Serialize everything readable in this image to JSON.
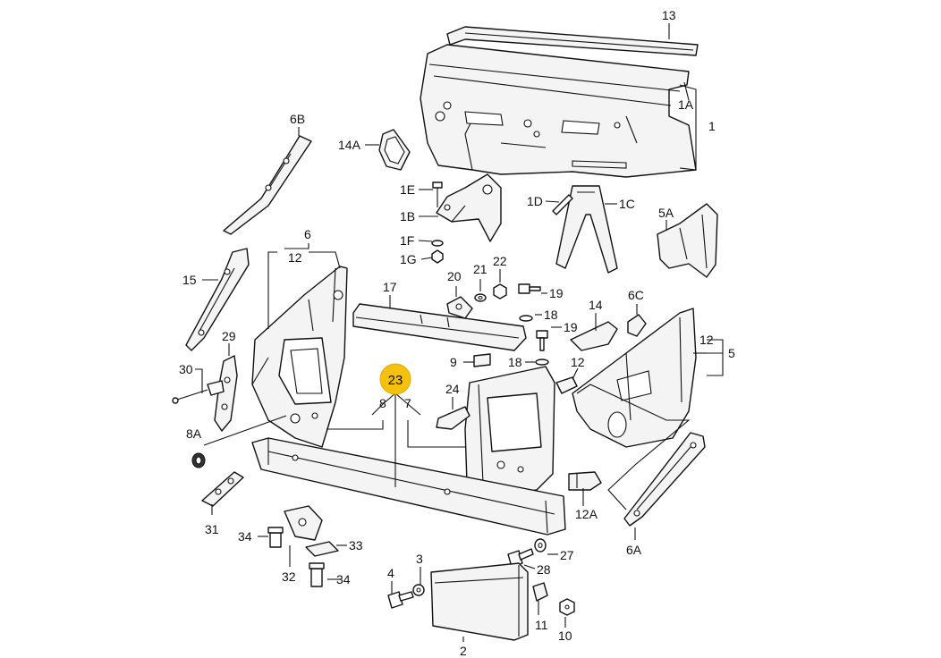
{
  "diagram": {
    "labels": {
      "l13": "13",
      "l1a": "1A",
      "l1": "1",
      "l6b": "6B",
      "l14a": "14A",
      "l1e": "1E",
      "l1b": "1B",
      "l1f": "1F",
      "l1g": "1G",
      "l1d": "1D",
      "l1c": "1C",
      "l5a": "5A",
      "l6": "6",
      "l12a_top": "12",
      "l15": "15",
      "l17": "17",
      "l20": "20",
      "l21": "21",
      "l22": "22",
      "l19a": "19",
      "l18a": "18",
      "l19b": "19",
      "l14": "14",
      "l6c": "6C",
      "l12r": "12",
      "l5": "5",
      "l29": "29",
      "l30": "30",
      "l9": "9",
      "l18b": "18",
      "l12c": "12",
      "l8": "8",
      "l7": "7",
      "l24": "24",
      "l8a": "8A",
      "l31": "31",
      "l12a": "12A",
      "l34a": "34",
      "l33": "33",
      "l32": "32",
      "l34b": "34",
      "l6a": "6A",
      "l27": "27",
      "l28": "28",
      "l3": "3",
      "l4": "4",
      "l11": "11",
      "l10": "10",
      "l2": "2"
    },
    "highlight": {
      "text": "23",
      "color": "#f4c20d"
    }
  }
}
